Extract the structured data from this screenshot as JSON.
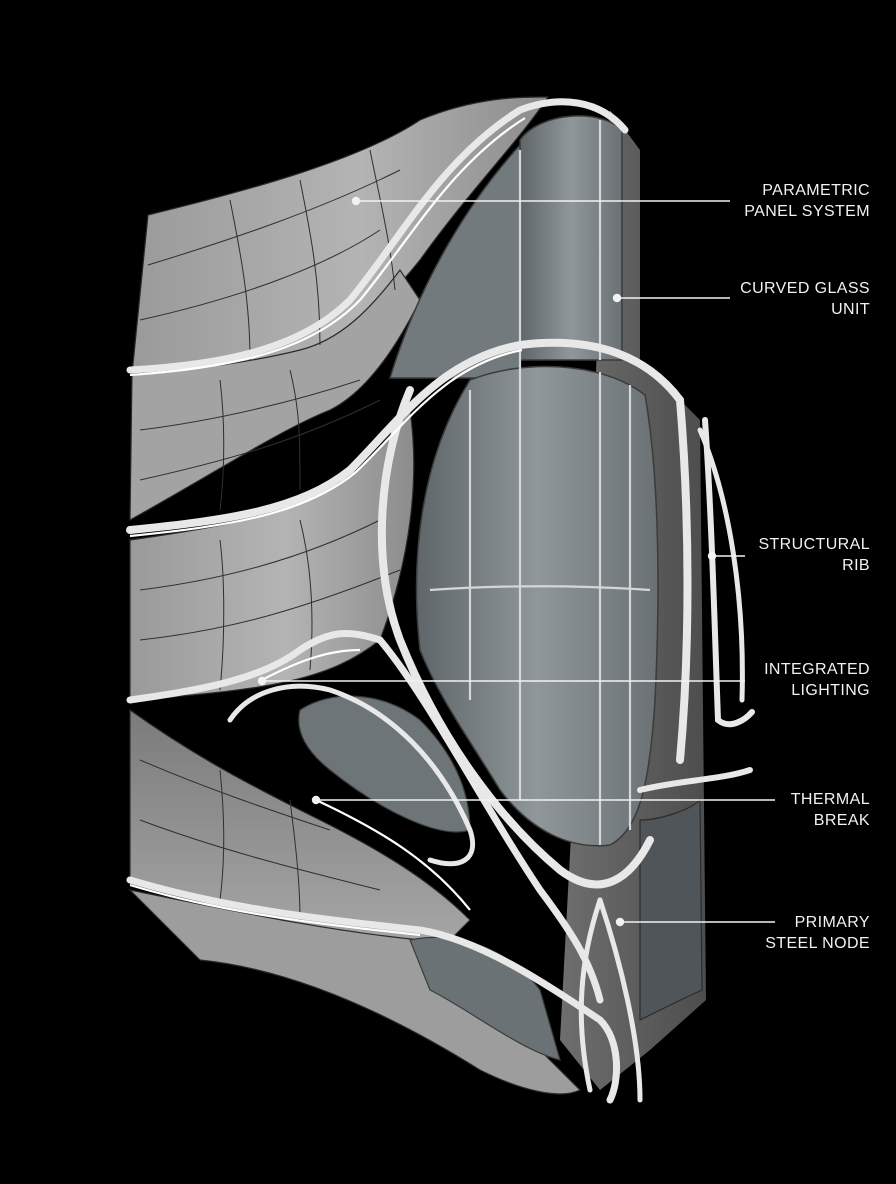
{
  "colors": {
    "background": "#000000",
    "panel_light": "#b8b8b8",
    "panel_mid": "#8f8f8f",
    "panel_dark": "#5e5e5e",
    "glass": "#7d8588",
    "rib": "#e6e6e6",
    "light_strip": "#ffffff",
    "label": "#f2f2f2"
  },
  "callouts": [
    {
      "id": "parametric-panel-system",
      "line1": "PARAMETRIC",
      "line2": "PANEL SYSTEM"
    },
    {
      "id": "curved-glass-unit",
      "line1": "CURVED GLASS",
      "line2": "UNIT"
    },
    {
      "id": "structural-rib",
      "line1": "STRUCTURAL",
      "line2": "RIB"
    },
    {
      "id": "integrated-lighting",
      "line1": "INTEGRATED",
      "line2": "LIGHTING"
    },
    {
      "id": "thermal-break",
      "line1": "THERMAL",
      "line2": "BREAK"
    },
    {
      "id": "primary-steel-node",
      "line1": "PRIMARY",
      "line2": "STEEL NODE"
    }
  ]
}
